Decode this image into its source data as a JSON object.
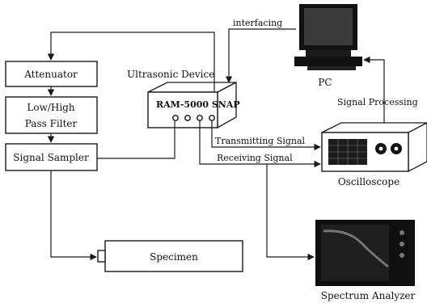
{
  "blocks": {
    "attenuator": "Attenuator",
    "filter_line1": "Low/High",
    "filter_line2": "Pass Filter",
    "signal_sampler": "Signal Sampler",
    "specimen": "Specimen",
    "ultrasonic_device": "Ultrasonic Device",
    "device_model": "RAM-5000 SNAP",
    "pc": "PC",
    "oscilloscope": "Oscilloscope",
    "spectrum_analyzer": "Spectrum Analyzer"
  },
  "connections": {
    "interfacing": "interfacing",
    "signal_processing": "Signal Processing",
    "transmitting_signal": "Transmitting Signal",
    "receiving_signal": "Receiving Signal"
  }
}
